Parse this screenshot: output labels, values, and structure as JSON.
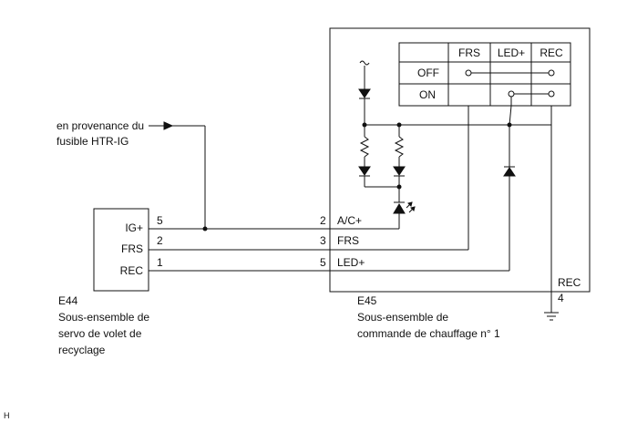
{
  "source_label": {
    "line1": "en provenance du",
    "line2": "fusible HTR-IG"
  },
  "left_component": {
    "code": "E44",
    "name_lines": [
      "Sous-ensemble de",
      "servo de volet de",
      "recyclage"
    ],
    "pins": [
      {
        "label": "IG+",
        "number": "5"
      },
      {
        "label": "FRS",
        "number": "2"
      },
      {
        "label": "REC",
        "number": "1"
      }
    ]
  },
  "right_component": {
    "code": "E45",
    "name_lines": [
      "Sous-ensemble de",
      "commande de chauffage n° 1"
    ],
    "pins": [
      {
        "number": "2",
        "label": "A/C+"
      },
      {
        "number": "3",
        "label": "FRS"
      },
      {
        "number": "5",
        "label": "LED+"
      }
    ],
    "switch_table": {
      "columns": [
        "FRS",
        "LED+",
        "REC"
      ],
      "rows": [
        "OFF",
        "ON"
      ]
    }
  },
  "ground": {
    "label": "REC",
    "pin": "4"
  },
  "footer_mark": "H"
}
